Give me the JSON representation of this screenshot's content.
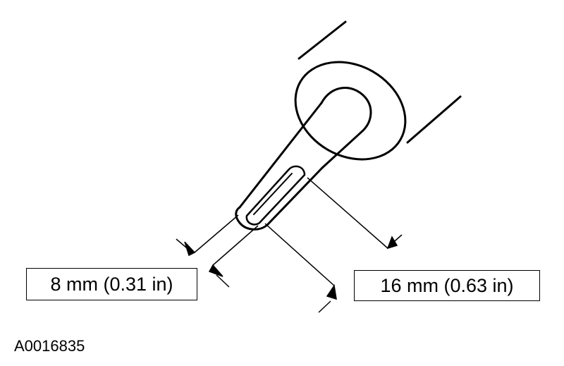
{
  "diagram": {
    "dimension_left": "8 mm (0.31 in)",
    "dimension_right": "16 mm (0.63 in)",
    "figure_id": "A0016835",
    "line_color": "#000000",
    "background": "#ffffff"
  }
}
